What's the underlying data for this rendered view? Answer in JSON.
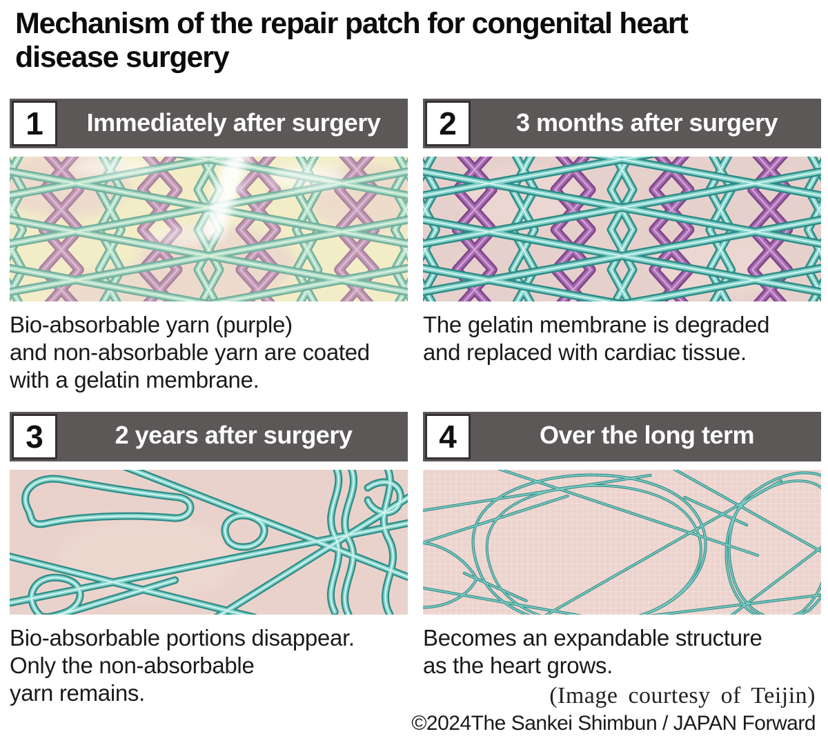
{
  "title": "Mechanism of the repair patch for congenital heart\ndisease surgery",
  "panels": [
    {
      "number": "1",
      "header": "Immediately after surgery",
      "caption": "Bio-absorbable yarn (purple)\nand non-absorbable yarn are coated\nwith a gelatin membrane.",
      "image_alt": "Purple bio-absorbable yarn and teal non-absorbable yarn mesh coated with a shiny yellow gelatin membrane"
    },
    {
      "number": "2",
      "header": "3 months after surgery",
      "caption": "The gelatin membrane is degraded\nand replaced with cardiac tissue.",
      "image_alt": "Purple and teal yarn mesh embedded in pink cardiac tissue"
    },
    {
      "number": "3",
      "header": "2 years after surgery",
      "caption": "Bio-absorbable portions disappear.\nOnly the non-absorbable\nyarn remains.",
      "image_alt": "Loose teal non-absorbable yarn mesh on pink tissue"
    },
    {
      "number": "4",
      "header": "Over the long term",
      "caption": "Becomes an expandable structure\nas the heart grows.",
      "image_alt": "Expanded open teal yarn web on pink grid background"
    }
  ],
  "credits": {
    "image_courtesy": "(Image courtesy of Teijin)",
    "copyright": "©2024The Sankei Shimbun / JAPAN Forward"
  },
  "colors": {
    "header_bar": "#5c5858",
    "teal_yarn": "#7ed1c9",
    "teal_yarn_dark": "#2e8a85",
    "purple_yarn": "#a669ae",
    "purple_yarn_dark": "#7d4589",
    "tissue_pink": "#e6d0cc",
    "membrane_cream": "#f1ecc9"
  }
}
